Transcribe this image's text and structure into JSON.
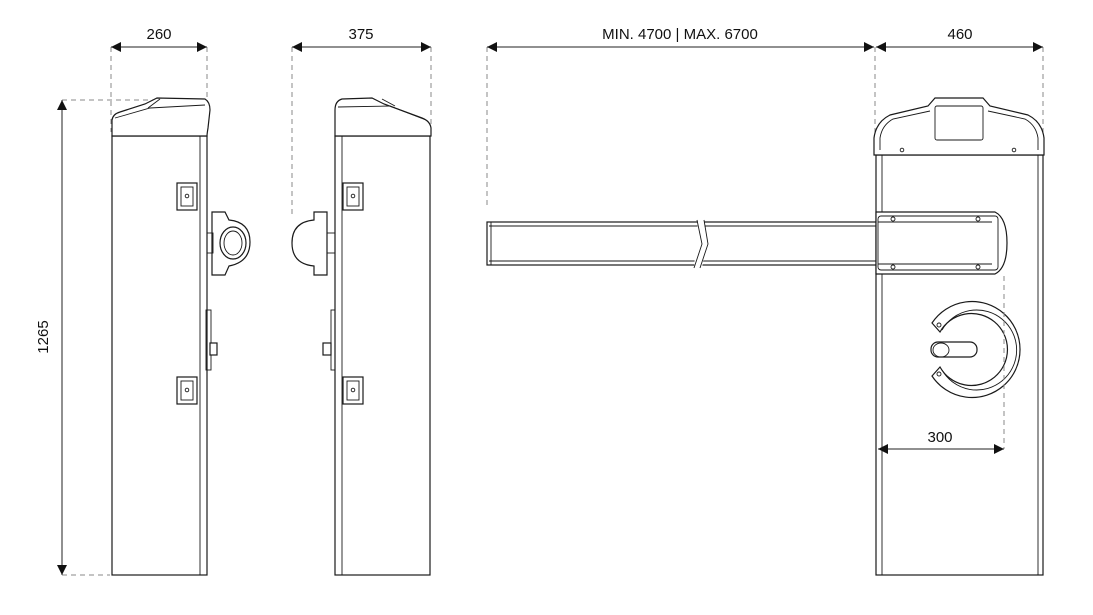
{
  "title": "Barrier dimensions drawing",
  "dimensions": {
    "side_width": "260",
    "side_depth_with_mount": "375",
    "boom_length": "MIN. 4700 | MAX. 6700",
    "front_width": "460",
    "height": "1265",
    "mount_offset": "300"
  }
}
